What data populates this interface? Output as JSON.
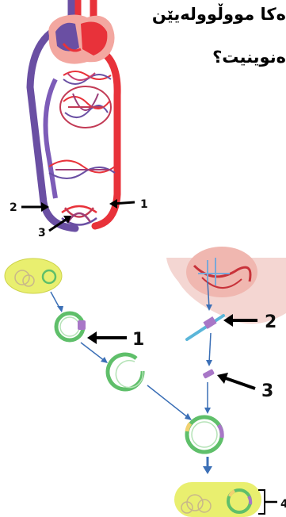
{
  "question": {
    "line1": "ەکا مووڵوولەیێن",
    "line2": "ەنوینیت؟"
  },
  "circulation_diagram": {
    "labels": [
      "1",
      "2",
      "3"
    ]
  },
  "dna_diagram": {
    "labels": [
      "1",
      "2",
      "3",
      "4"
    ]
  },
  "colors": {
    "artery_red": "#e8323a",
    "vein_purple": "#6a4fa3",
    "heart_pink": "#f3a7a0",
    "bacteria_yellow": "#e9ef6f",
    "plasmid_green": "#5fbf6a",
    "tissue_pink": "#f4d6d2"
  }
}
